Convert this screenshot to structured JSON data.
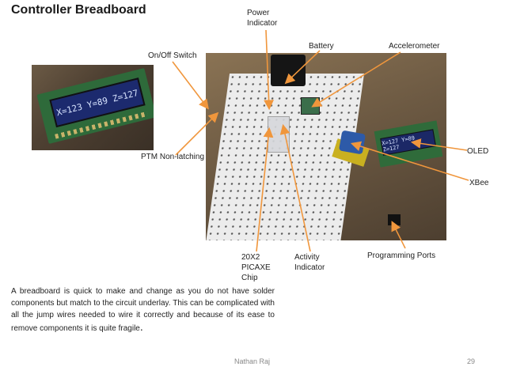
{
  "title": "Controller Breadboard",
  "labels": {
    "power_indicator": [
      "Power",
      "Indicator"
    ],
    "battery": "Battery",
    "accelerometer": "Accelerometer",
    "on_off_switch": "On/Off Switch",
    "oled": "OLED",
    "ptm_non_latching": "PTM Non-latching",
    "xbee": "XBee",
    "chip": [
      "20X2",
      "PICAXE",
      "Chip"
    ],
    "activity_indicator": [
      "Activity",
      "Indicator"
    ],
    "programming_ports": "Programming Ports"
  },
  "lcd_readout": "X=123 Y=89 Z=127",
  "oled_readout": "X=127 Y=89 Z=127",
  "paragraph": {
    "text": "A breadboard is quick to make and change as you do not have solder components but match to the circuit underlay. This can be complicated with all the jump wires needed to wire it correctly and because of its ease to remove components it is quite fragile",
    "end_mark": "."
  },
  "footer": {
    "author": "Nathan Raj",
    "page_number": "29"
  },
  "colors": {
    "arrow": "#f0963c",
    "title": "#1a1a1a",
    "footer": "#888888"
  }
}
